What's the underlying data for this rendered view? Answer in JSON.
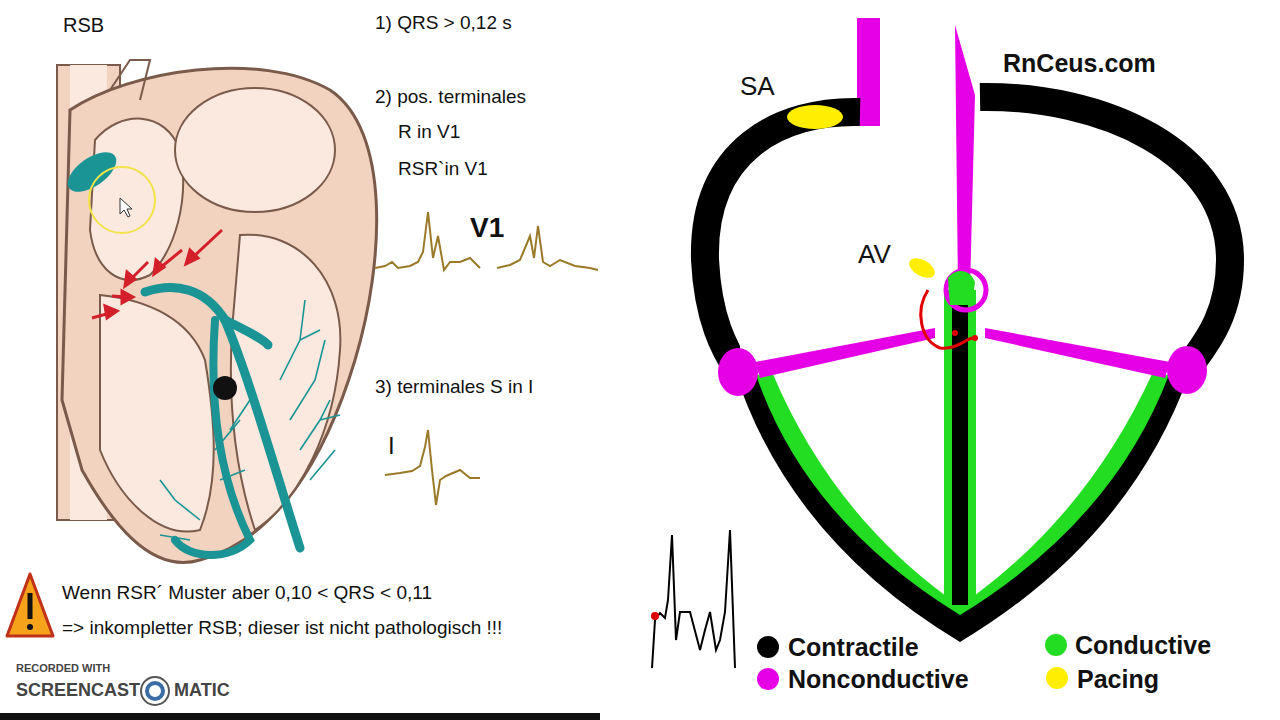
{
  "diagram": {
    "labels": [
      "RSB",
      "1) QRS > 0,12 s",
      "2) pos. terminales",
      "R in V1",
      "RSR`in V1",
      "V1",
      "3) terminales S in I",
      "I",
      "Wenn RSR´ Muster aber 0,10 < QRS < 0,11",
      "=> inkompletter RSB; dieser ist nicht pathologisch !!!",
      "RECORDED WITH",
      "SCREENCAST",
      "MATIC",
      "SA",
      "RnCeus.com",
      "AV"
    ],
    "legend": [
      {
        "text": "Contractile",
        "color": "#000000"
      },
      {
        "text": "Conductive",
        "color": "#22dd22"
      },
      {
        "text": "Nonconductive",
        "color": "#e600e6"
      },
      {
        "text": "Pacing",
        "color": "#ffee00"
      }
    ]
  }
}
